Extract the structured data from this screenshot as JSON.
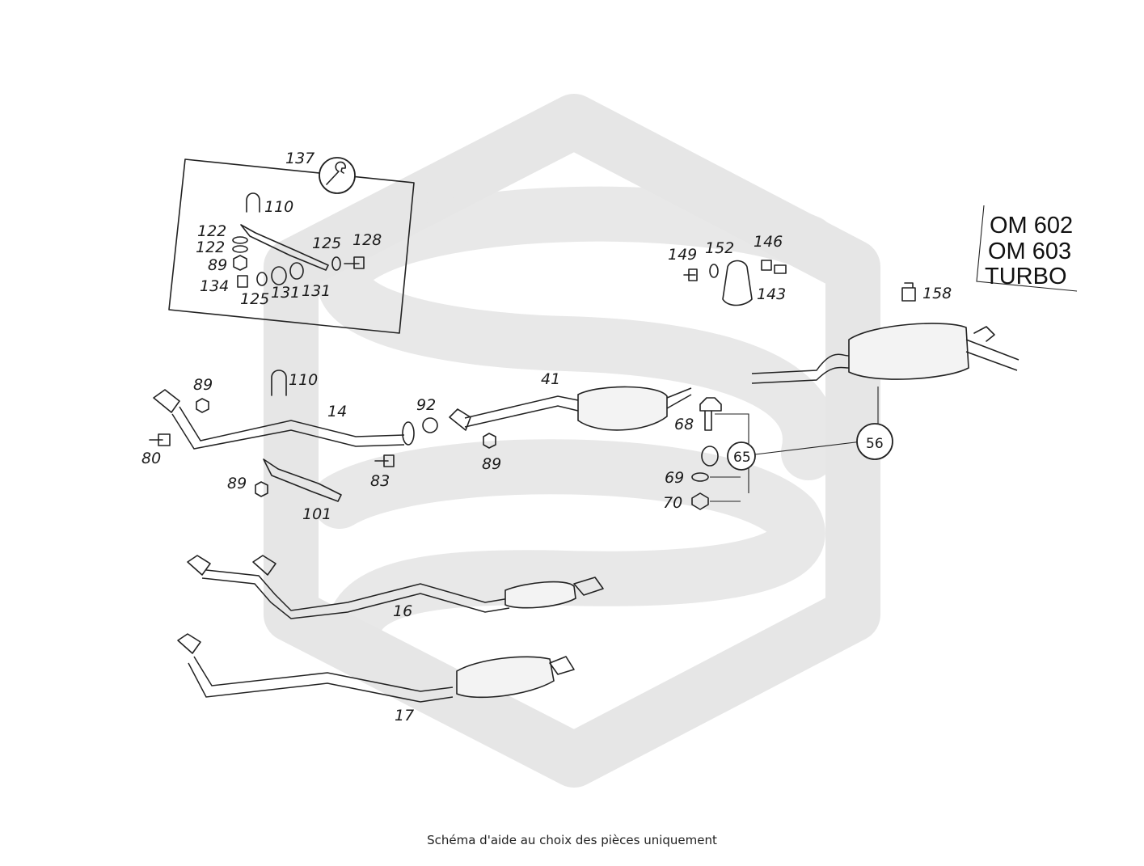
{
  "engine_box": [
    "OM 602",
    "OM 603",
    "TURBO"
  ],
  "caption": "Schéma d'aide au choix des pièces uniquement",
  "callouts": {
    "c137": "137",
    "c110a": "110",
    "c122a": "122",
    "c122b": "122",
    "c89a": "89",
    "c134": "134",
    "c125a": "125",
    "c131a": "131",
    "c131b": "131",
    "c125b": "125",
    "c128": "128",
    "c149": "149",
    "c152": "152",
    "c146": "146",
    "c143": "143",
    "c158": "158",
    "c89b": "89",
    "c110b": "110",
    "c14": "14",
    "c92": "92",
    "c41": "41",
    "c80": "80",
    "c83": "83",
    "c89c": "89",
    "c89d": "89",
    "c101": "101",
    "c68": "68",
    "c65": "65",
    "c56": "56",
    "c69": "69",
    "c70": "70",
    "c16": "16",
    "c17": "17"
  },
  "colors": {
    "line": "#222222",
    "watermark": "#e6e6e6"
  }
}
